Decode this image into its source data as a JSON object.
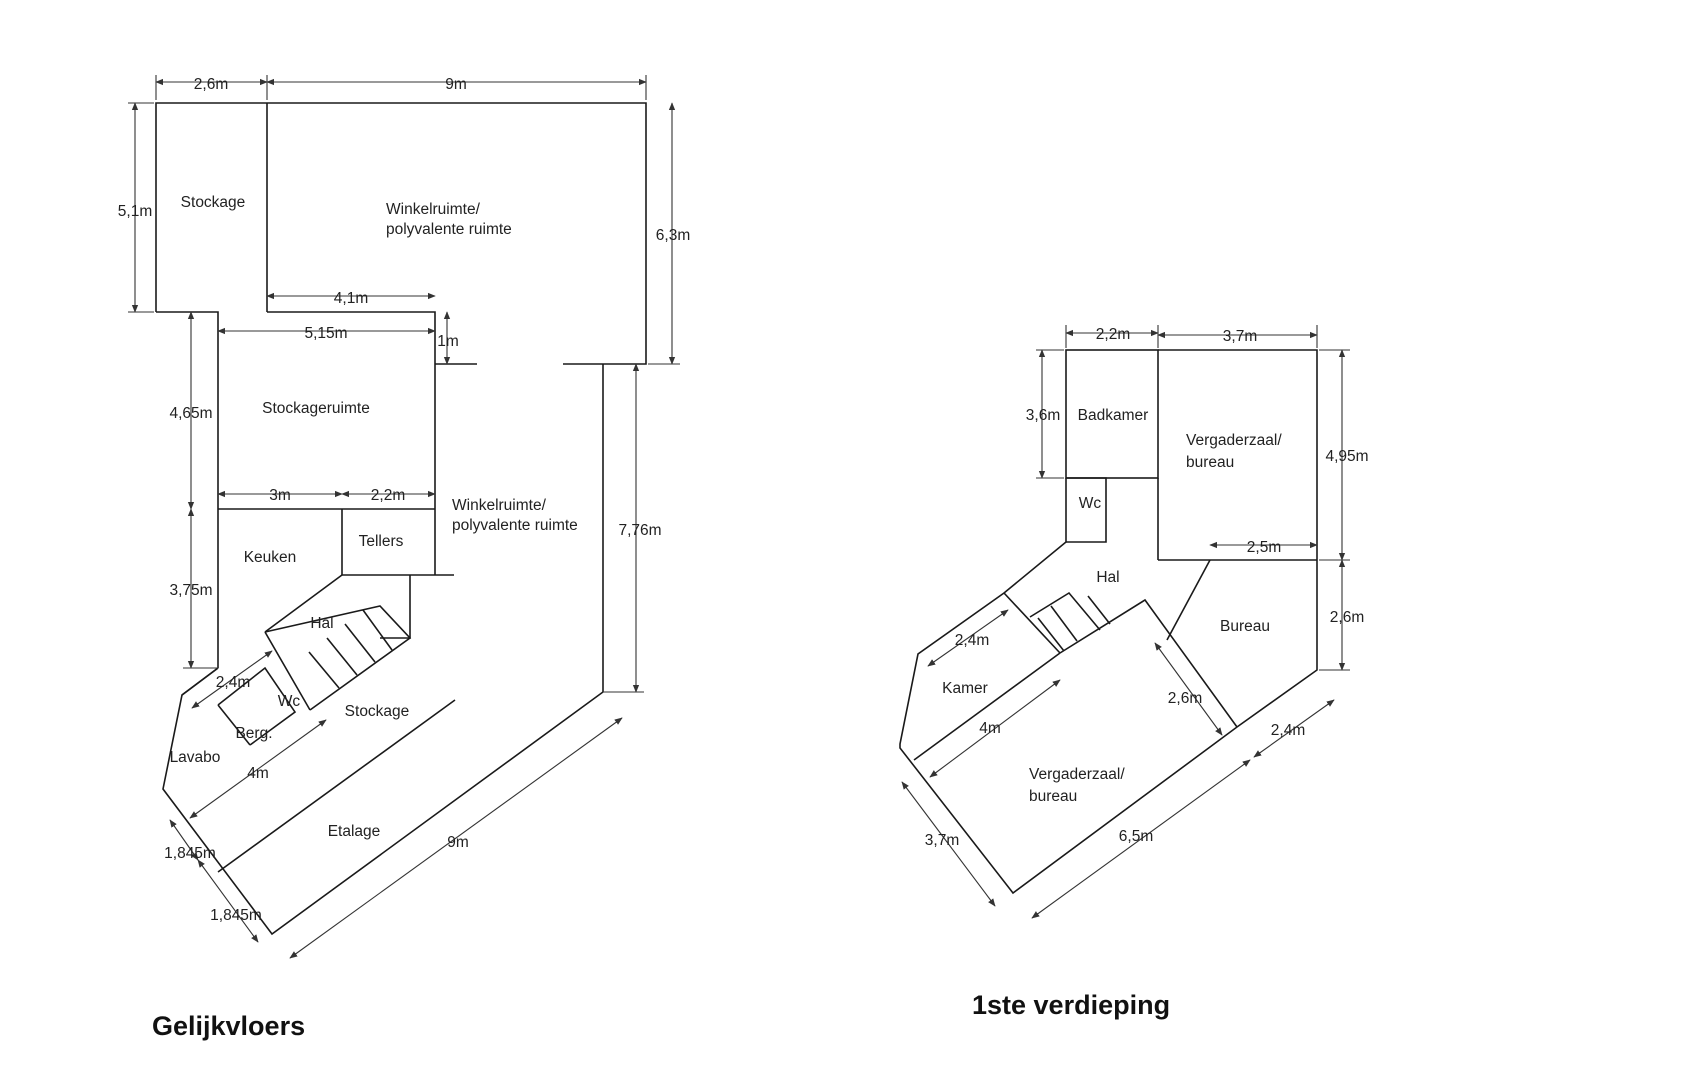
{
  "ground_floor": {
    "title": "Gelijkvloers",
    "rooms": {
      "stockage_top": "Stockage",
      "winkel_top_1": "Winkelruimte/",
      "winkel_top_2": "polyvalente ruimte",
      "stockageruimte": "Stockageruimte",
      "winkel_mid_1": "Winkelruimte/",
      "winkel_mid_2": "polyvalente ruimte",
      "keuken": "Keuken",
      "tellers": "Tellers",
      "hal": "Hal",
      "wc": "Wc",
      "stockage_low": "Stockage",
      "berg": "Berg.",
      "lavabo": "Lavabo",
      "etalage": "Etalage"
    },
    "dimensions": {
      "d_2_6": "2,6m",
      "d_9_top": "9m",
      "d_5_1": "5,1m",
      "d_6_3": "6,3m",
      "d_4_1": "4,1m",
      "d_5_15": "5,15m",
      "d_1": "1m",
      "d_4_65": "4,65m",
      "d_3": "3m",
      "d_2_2": "2,2m",
      "d_3_75": "3,75m",
      "d_7_76": "7,76m",
      "d_2_4": "2,4m",
      "d_4": "4m",
      "d_1_845_a": "1,845m",
      "d_1_845_b": "1,845m",
      "d_9_diag": "9m"
    }
  },
  "first_floor": {
    "title": "1ste verdieping",
    "rooms": {
      "badkamer": "Badkamer",
      "verg_top_1": "Vergaderzaal/",
      "verg_top_2": "bureau",
      "wc": "Wc",
      "hal": "Hal",
      "bureau": "Bureau",
      "kamer": "Kamer",
      "verg_low_1": "Vergaderzaal/",
      "verg_low_2": "bureau"
    },
    "dimensions": {
      "d_2_2": "2,2m",
      "d_3_7_top": "3,7m",
      "d_3_6": "3,6m",
      "d_4_95": "4,95m",
      "d_2_5": "2,5m",
      "d_2_6_right": "2,6m",
      "d_2_4_left": "2,4m",
      "d_4": "4m",
      "d_2_6_diag": "2,6m",
      "d_2_4_right": "2,4m",
      "d_3_7_low": "3,7m",
      "d_6_5": "6,5m"
    }
  }
}
